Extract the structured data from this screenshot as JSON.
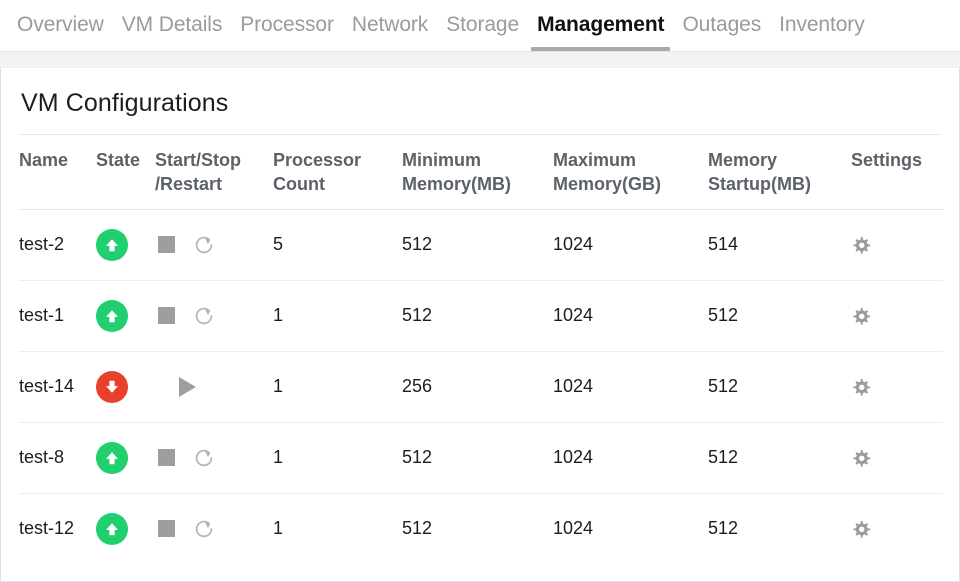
{
  "tabs": [
    {
      "label": "Overview",
      "active": false
    },
    {
      "label": "VM Details",
      "active": false
    },
    {
      "label": "Processor",
      "active": false
    },
    {
      "label": "Network",
      "active": false
    },
    {
      "label": "Storage",
      "active": false
    },
    {
      "label": "Management",
      "active": true
    },
    {
      "label": "Outages",
      "active": false
    },
    {
      "label": "Inventory",
      "active": false
    }
  ],
  "panel": {
    "title": "VM Configurations"
  },
  "table": {
    "headers": {
      "name": "Name",
      "state": "State",
      "actions_line1": "Start/Stop",
      "actions_line2": "/Restart",
      "processor_line1": "Processor",
      "processor_line2": "Count",
      "min_memory_line1": "Minimum",
      "min_memory_line2": "Memory(MB)",
      "max_memory_line1": "Maximum",
      "max_memory_line2": "Memory(GB)",
      "startup_memory_line1": "Memory",
      "startup_memory_line2": "Startup(MB)",
      "settings": "Settings"
    },
    "rows": [
      {
        "name": "test-2",
        "state": "running",
        "state_icon": "arrow-up-circle-icon",
        "actions": [
          "stop-button",
          "restart-button"
        ],
        "processor_count": "5",
        "minimum_memory_mb": "512",
        "maximum_memory_gb": "1024",
        "memory_startup_mb": "514",
        "settings_icon": "gear-icon"
      },
      {
        "name": "test-1",
        "state": "running",
        "state_icon": "arrow-up-circle-icon",
        "actions": [
          "stop-button",
          "restart-button"
        ],
        "processor_count": "1",
        "minimum_memory_mb": "512",
        "maximum_memory_gb": "1024",
        "memory_startup_mb": "512",
        "settings_icon": "gear-icon"
      },
      {
        "name": "test-14",
        "state": "stopped",
        "state_icon": "arrow-down-circle-icon",
        "actions": [
          "start-button"
        ],
        "processor_count": "1",
        "minimum_memory_mb": "256",
        "maximum_memory_gb": "1024",
        "memory_startup_mb": "512",
        "settings_icon": "gear-icon"
      },
      {
        "name": "test-8",
        "state": "running",
        "state_icon": "arrow-up-circle-icon",
        "actions": [
          "stop-button",
          "restart-button"
        ],
        "processor_count": "1",
        "minimum_memory_mb": "512",
        "maximum_memory_gb": "1024",
        "memory_startup_mb": "512",
        "settings_icon": "gear-icon"
      },
      {
        "name": "test-12",
        "state": "running",
        "state_icon": "arrow-up-circle-icon",
        "actions": [
          "stop-button",
          "restart-button"
        ],
        "processor_count": "1",
        "minimum_memory_mb": "512",
        "maximum_memory_gb": "1024",
        "memory_startup_mb": "512",
        "settings_icon": "gear-icon"
      }
    ]
  },
  "colors": {
    "running_green": "#21cf6e",
    "stopped_red": "#e8412a",
    "icon_gray": "#9e9e9e",
    "tab_inactive": "#9b9b9b",
    "header_text": "#5c6269"
  }
}
